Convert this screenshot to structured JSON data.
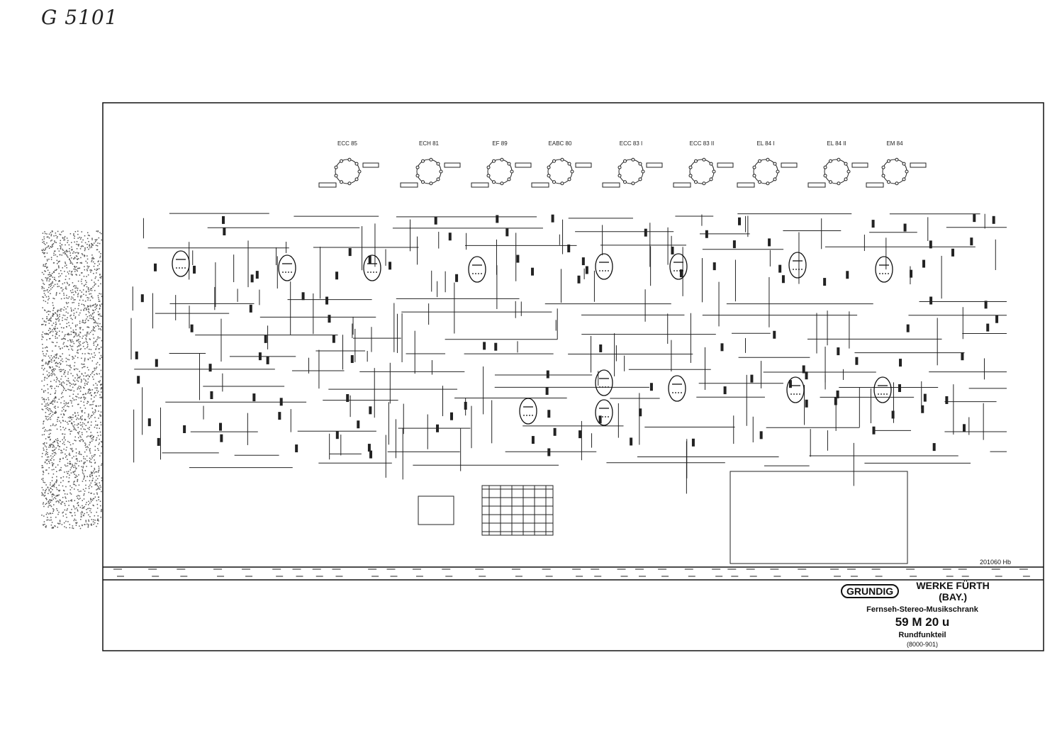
{
  "document": {
    "handwritten_ref": "G 5101",
    "drawing_number": "201060 Hb",
    "tubes_pinout": [
      {
        "name": "ECC 85"
      },
      {
        "name": "ECH 81"
      },
      {
        "name": "EF 89"
      },
      {
        "name": "EABC 80"
      },
      {
        "name": "ECC 83 I"
      },
      {
        "name": "ECC 83 II"
      },
      {
        "name": "EL 84 I"
      },
      {
        "name": "EL 84 II"
      },
      {
        "name": "EM 84"
      }
    ],
    "title_block": {
      "brand": "GRUNDIG",
      "company": "WERKE FÜRTH (BAY.)",
      "product_type": "Fernseh-Stereo-Musikschrank",
      "model": "59 M 20 u",
      "section": "Rundfunkteil",
      "part_number": "(8000-901)"
    },
    "colors": {
      "ink": "#111111",
      "paper": "#ffffff"
    }
  }
}
